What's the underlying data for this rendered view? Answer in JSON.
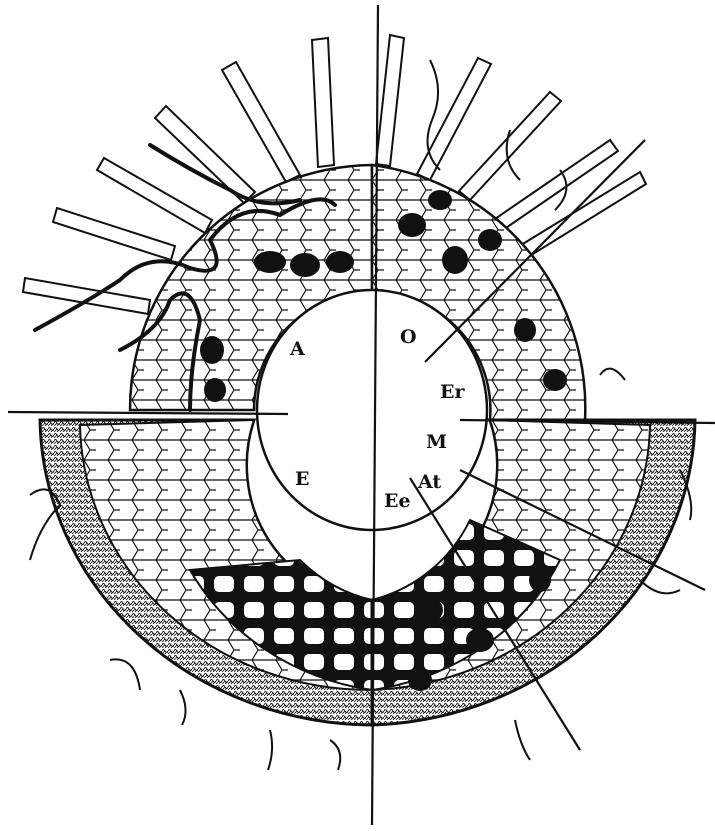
{
  "figure": {
    "labels": {
      "A": "A",
      "O": "O",
      "Er": "Er",
      "M": "M",
      "E": "E",
      "At": "At",
      "Ee": "Ee"
    }
  },
  "colors": {
    "ink": "#111111",
    "paper": "#ffffff"
  }
}
